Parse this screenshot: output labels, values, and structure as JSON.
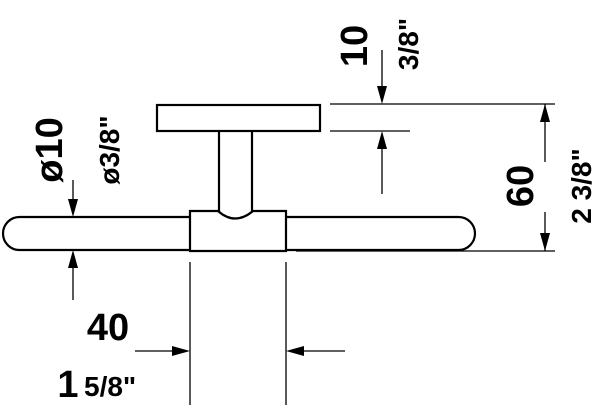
{
  "dimensions": {
    "top_plate_thickness": {
      "metric": "10",
      "imperial": "3/8\""
    },
    "rod_diameter": {
      "metric": "ø10",
      "imperial": "ø3/8\""
    },
    "total_height": {
      "metric": "60",
      "imperial": "2 3/8\""
    },
    "clamp_width": {
      "metric": "40",
      "imperial_whole": "1",
      "imperial_fraction": "5/8\""
    }
  }
}
